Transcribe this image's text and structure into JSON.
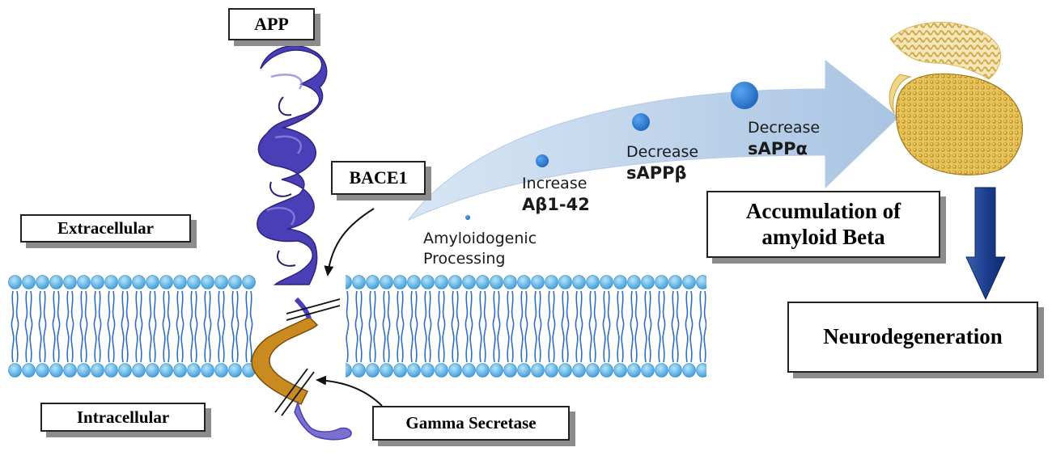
{
  "labels": {
    "app": "APP",
    "bace1": "BACE1",
    "extracellular": "Extracellular",
    "intracellular": "Intracellular",
    "gamma_secretase": "Gamma Secretase",
    "accumulation_line1": "Accumulation of",
    "accumulation_line2": "amyloid Beta",
    "neurodegeneration": "Neurodegeneration"
  },
  "steps": {
    "amyloidogenic_line1": "Amyloidogenic",
    "amyloidogenic_line2": "Processing",
    "increase_line1": "Increase",
    "increase_line2": "Aβ1-42",
    "decrease_beta_line1": "Decrease",
    "decrease_beta_line2": "sAPPβ",
    "decrease_alpha_line1": "Decrease",
    "decrease_alpha_line2": "sAPPα"
  },
  "colors": {
    "membrane_head": "#4fb0e6",
    "membrane_tail": "#2f6fc4",
    "protein": "#4b3fb8",
    "cleaved_fragment": "#c98a1f",
    "curved_arrow": "#bcd3ea",
    "step_dot": "#2b78d0",
    "down_arrow": "#1d3f8f"
  }
}
